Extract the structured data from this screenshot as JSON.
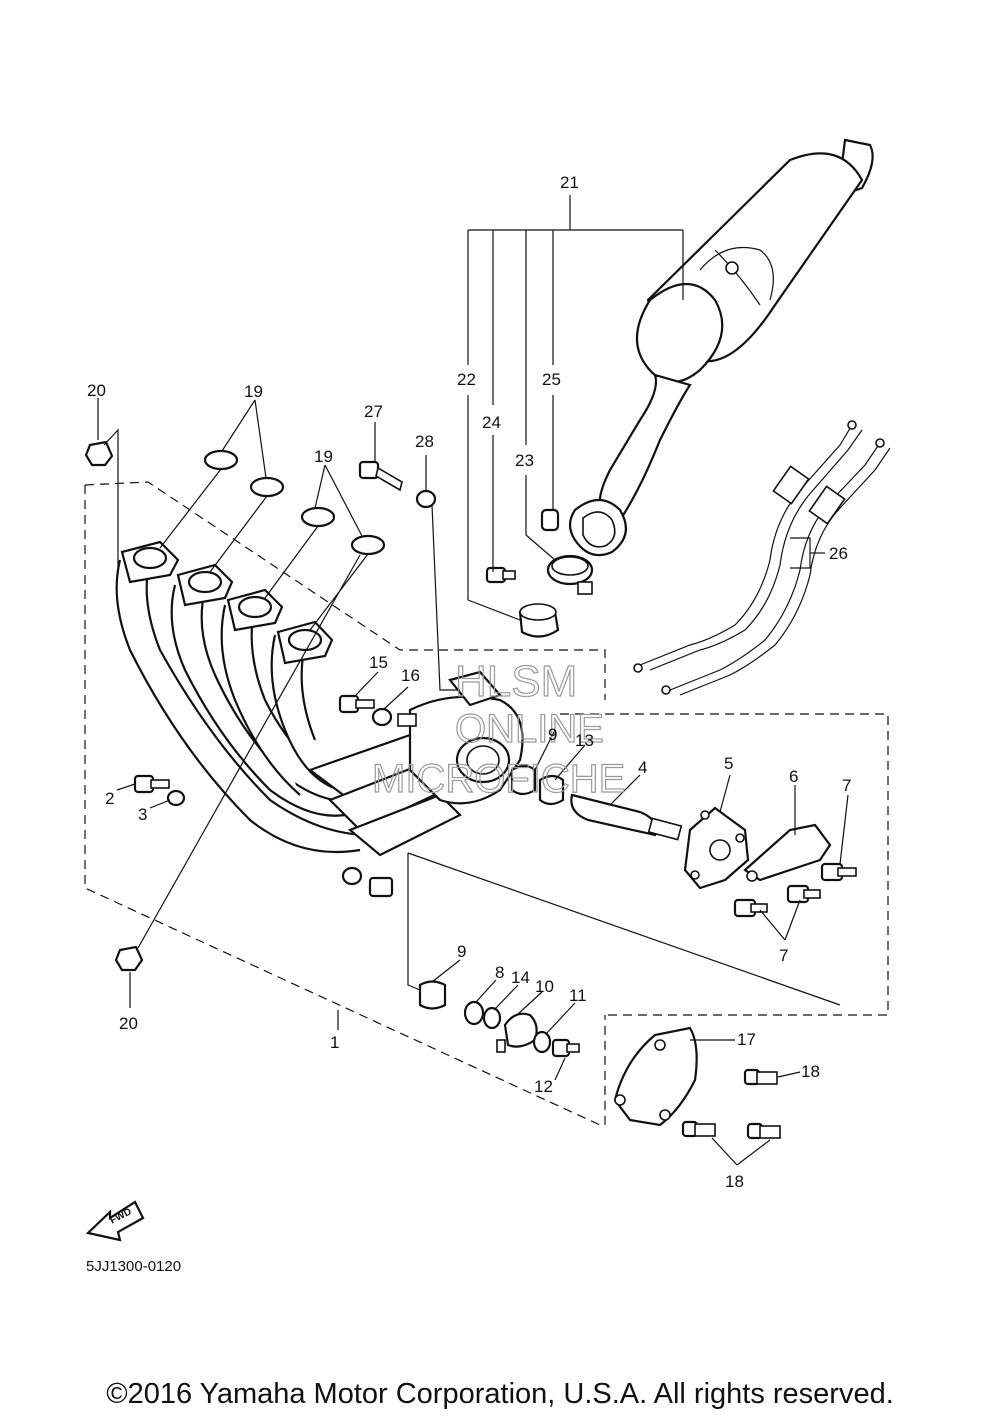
{
  "callouts": [
    "1",
    "2",
    "3",
    "4",
    "5",
    "6",
    "7",
    "8",
    "9",
    "10",
    "11",
    "12",
    "13",
    "14",
    "15",
    "16",
    "17",
    "18",
    "19",
    "20",
    "21",
    "22",
    "23",
    "24",
    "25",
    "26",
    "27",
    "28"
  ],
  "watermark": {
    "line1": "HLSM",
    "line2": "ONLINE",
    "line3": "MICROFICHE"
  },
  "fwd_label": "FWD",
  "diagram_code": "5JJ1300-0120",
  "copyright": "©2016 Yamaha Motor Corporation, U.S.A. All rights reserved."
}
